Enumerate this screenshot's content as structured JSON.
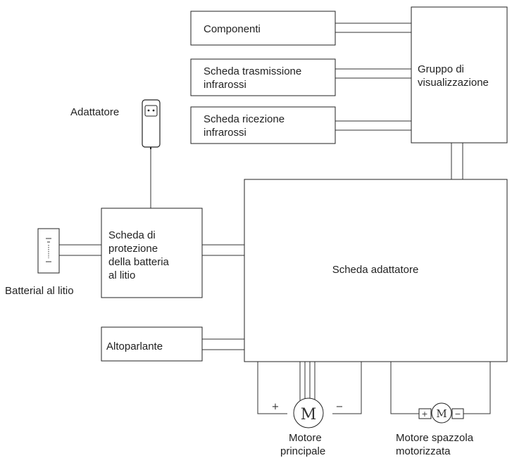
{
  "components": {
    "componenti": "Componenti",
    "tx_line1": "Scheda trasmissione",
    "tx_line2": "infrarossi",
    "rx_line1": "Scheda ricezione",
    "rx_line2": "infrarossi",
    "display_line1": "Gruppo di",
    "display_line2": "visualizzazione",
    "adapter_label": "Adattatore",
    "battery_label": "Batterial al litio",
    "protection_line1": "Scheda di",
    "protection_line2": "protezione",
    "protection_line3": "della batteria",
    "protection_line4": "al litio",
    "adapter_board": "Scheda adattatore",
    "speaker": "Altoparlante",
    "main_motor_line1": "Motore",
    "main_motor_line2": "principale",
    "brush_motor_line1": "Motore spazzola",
    "brush_motor_line2": "motorizzata"
  },
  "symbols": {
    "motor_letter": "M",
    "plus": "+",
    "minus": "−"
  },
  "icons": {
    "adapter": "power-adapter-icon",
    "battery": "battery-icon",
    "main_motor": "motor-icon",
    "brush_motor": "motor-icon"
  }
}
